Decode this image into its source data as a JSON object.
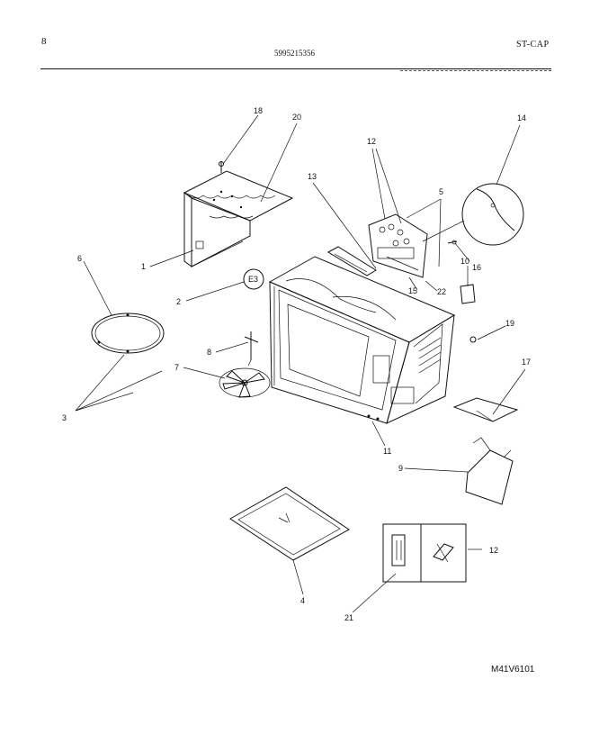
{
  "header": {
    "page_number": "8",
    "part_number": "5995215356",
    "section": "ST-CAP"
  },
  "model_code": "M41V6101",
  "callouts": {
    "c1": "1",
    "c2": "2",
    "c3": "3",
    "c4": "4",
    "c5": "5",
    "c6": "6",
    "c7": "7",
    "c8": "8",
    "c9": "9",
    "c10": "10",
    "c11": "11",
    "c12": "12",
    "c13": "13",
    "c14": "14",
    "c15": "15",
    "c16": "16",
    "c17": "17",
    "c18": "18",
    "c19": "19",
    "c20": "20",
    "c21": "21",
    "c22": "22"
  }
}
